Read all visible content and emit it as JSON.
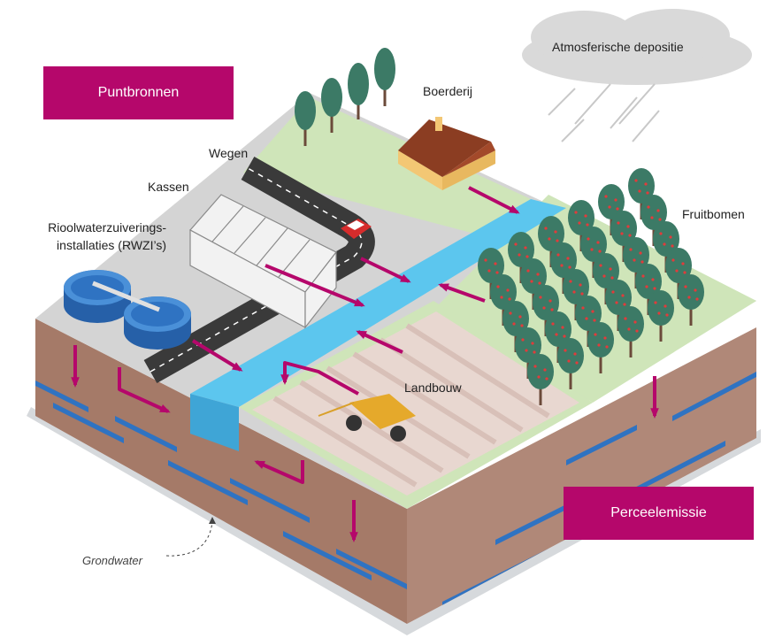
{
  "labels": {
    "puntbronnen": "Puntbronnen",
    "atmosferische_depositie": "Atmosferische depositie",
    "boerderij": "Boerderij",
    "wegen": "Wegen",
    "kassen": "Kassen",
    "rwzi": "Rioolwaterzuiverings-\ninstallaties (RWZI’s)",
    "fruitbomen": "Fruitbomen",
    "landbouw": "Landbouw",
    "perceelemissie": "Perceelemissie",
    "grondwater": "Grondwater"
  },
  "colors": {
    "accent": "#b5076b",
    "water": "#5cc6ee",
    "groundwater_stripe": "#2f73c2",
    "soil": "#a57a68",
    "grass": "#cde6b4",
    "road": "#3a3a3a",
    "field": "#e8d7d0",
    "tree": "#3c7a66"
  }
}
